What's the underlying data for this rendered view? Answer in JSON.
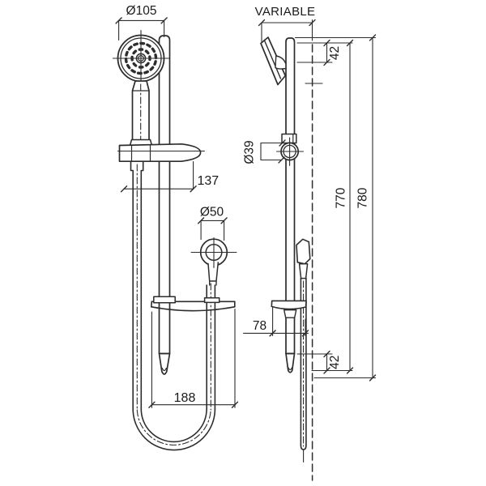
{
  "front_view": {
    "head_diameter": "Ø105",
    "slider_offset": "137",
    "elbow_diameter": "Ø50",
    "dish_width": "188"
  },
  "side_view": {
    "top_label": "VARIABLE",
    "top_offset": "42",
    "slider_diameter": "Ø39",
    "inner_length": "770",
    "overall_length": "780",
    "dish_depth": "78",
    "bottom_offset": "42"
  },
  "colors": {
    "line": "#2d2d2d",
    "text": "#1a1a1a",
    "background": "#ffffff"
  }
}
